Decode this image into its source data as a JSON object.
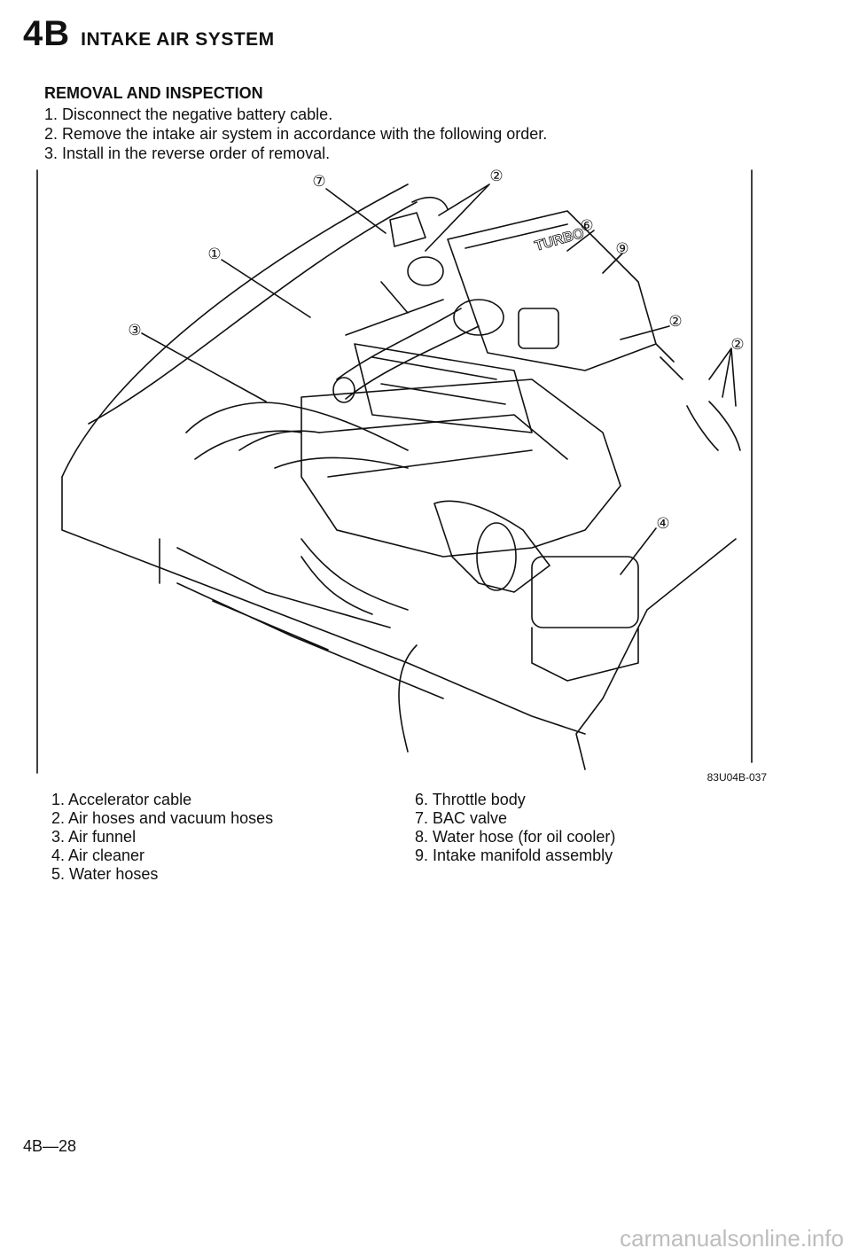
{
  "header": {
    "section_code": "4B",
    "section_title": "INTAKE AIR SYSTEM"
  },
  "procedure": {
    "heading": "REMOVAL AND INSPECTION",
    "steps": [
      "1. Disconnect the negative battery cable.",
      "2. Remove the intake air system in accordance with the following order.",
      "3. Install in the reverse order of removal."
    ]
  },
  "figure": {
    "callouts": [
      "①",
      "②",
      "③",
      "④",
      "⑥",
      "⑦",
      "⑨"
    ],
    "engine_label": "TURBO",
    "code": "83U04B-037"
  },
  "legend": {
    "left": [
      "1. Accelerator cable",
      "2. Air hoses and vacuum hoses",
      "3. Air funnel",
      "4. Air cleaner",
      "5. Water hoses"
    ],
    "right": [
      "6. Throttle body",
      "7. BAC valve",
      "8. Water hose (for oil cooler)",
      "9. Intake manifold assembly"
    ]
  },
  "footer": {
    "page_number": "4B—28",
    "watermark": "carmanualsonline.info"
  }
}
